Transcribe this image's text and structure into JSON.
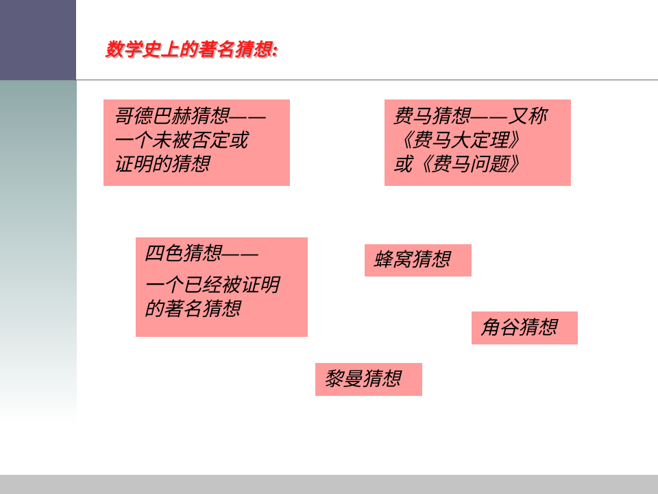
{
  "slide": {
    "title": "数学史上的著名猜想:",
    "boxes": [
      {
        "lines": [
          "哥德巴赫猜想——",
          "一个未被否定或",
          "证明的猜想"
        ]
      },
      {
        "lines": [
          "费马猜想——又称",
          "《费马大定理》",
          "或《费马问题》"
        ]
      },
      {
        "lines": [
          "四色猜想——",
          "一个已经被证明",
          "的著名猜想"
        ]
      },
      {
        "lines": [
          "蜂窝猜想"
        ]
      },
      {
        "lines": [
          "角谷猜想"
        ]
      },
      {
        "lines": [
          "黎曼猜想"
        ]
      }
    ]
  },
  "colors": {
    "title": "#ff1a1a",
    "box_fill": "#ff9b9b",
    "sidebar_top": "#5e5e7c",
    "sidebar_gradient": "#8fa8a8",
    "footer": "#c4c4c4"
  }
}
